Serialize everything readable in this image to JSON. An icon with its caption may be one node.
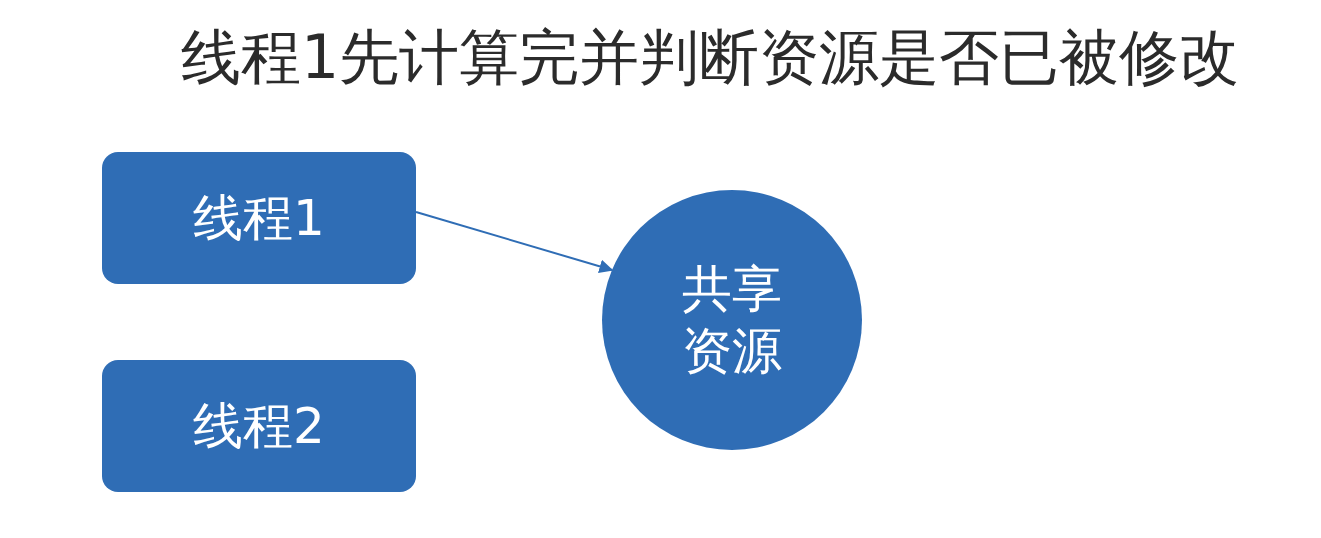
{
  "diagram": {
    "title": "线程1先计算完并判断资源是否已被修改",
    "nodes": [
      {
        "text": [
          "线程1"
        ]
      },
      {
        "text": [
          "线程2"
        ]
      },
      {
        "text": [
          "共享资源"
        ]
      }
    ],
    "edges": [
      {
        "from": 0,
        "to": 2,
        "arrow": "to"
      }
    ]
  }
}
